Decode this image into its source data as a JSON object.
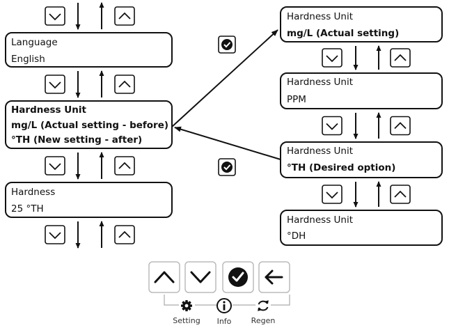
{
  "left_column": [
    {
      "title": "Language",
      "lines": [
        "English"
      ]
    },
    {
      "title": "Hardness Unit",
      "lines": [
        "mg/L (Actual setting - before)",
        "°TH (New setting - after)"
      ]
    },
    {
      "title": "Hardness",
      "lines": [
        "25 °TH"
      ]
    }
  ],
  "right_column": [
    {
      "title": "Hardness Unit",
      "lines": [
        "mg/L (Actual setting)"
      ]
    },
    {
      "title": "Hardness Unit",
      "lines": [
        "PPM"
      ]
    },
    {
      "title": "Hardness Unit",
      "lines": [
        "°TH (Desired option)"
      ]
    },
    {
      "title": "Hardness Unit",
      "lines": [
        "°DH"
      ]
    }
  ],
  "controls": {
    "up_icon": "chevron-up-icon",
    "down_icon": "chevron-down-icon",
    "confirm_icon": "check-circle-icon",
    "back_icon": "arrow-left-icon",
    "labels": {
      "setting": "Setting",
      "info": "Info",
      "regen": "Regen"
    }
  }
}
